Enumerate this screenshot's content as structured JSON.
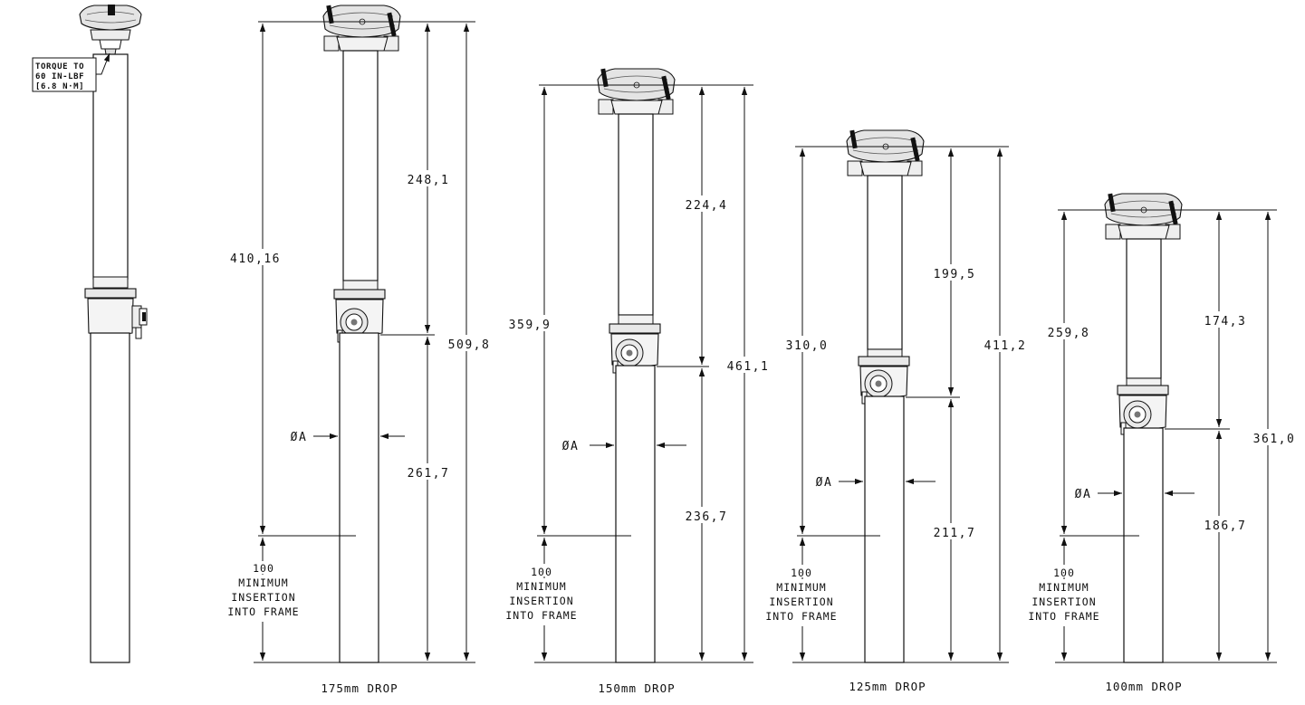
{
  "torque_note": {
    "line1": "TORQUE TO",
    "line2": "60 IN-LBF",
    "line3": "[6.8 N·M]"
  },
  "posts": [
    {
      "caption": "175mm DROP",
      "overall_length": "509,8",
      "exposed_length": "410,16",
      "upper_length": "248,1",
      "lower_length": "261,7",
      "diameter_label": "ØA",
      "insertion_value": "100",
      "insertion_line1": "MINIMUM",
      "insertion_line2": "INSERTION",
      "insertion_line3": "INTO FRAME"
    },
    {
      "caption": "150mm DROP",
      "overall_length": "461,1",
      "exposed_length": "359,9",
      "upper_length": "224,4",
      "lower_length": "236,7",
      "diameter_label": "ØA",
      "insertion_value": "100",
      "insertion_line1": "MINIMUM",
      "insertion_line2": "INSERTION",
      "insertion_line3": "INTO FRAME"
    },
    {
      "caption": "125mm DROP",
      "overall_length": "411,2",
      "exposed_length": "310,0",
      "upper_length": "199,5",
      "lower_length": "211,7",
      "diameter_label": "ØA",
      "insertion_value": "100",
      "insertion_line1": "MINIMUM",
      "insertion_line2": "INSERTION",
      "insertion_line3": "INTO FRAME"
    },
    {
      "caption": "100mm DROP",
      "overall_length": "361,0",
      "exposed_length": "259,8",
      "upper_length": "174,3",
      "lower_length": "186,7",
      "diameter_label": "ØA",
      "insertion_value": "100",
      "insertion_line1": "MINIMUM",
      "insertion_line2": "INSERTION",
      "insertion_line3": "INTO FRAME"
    }
  ]
}
